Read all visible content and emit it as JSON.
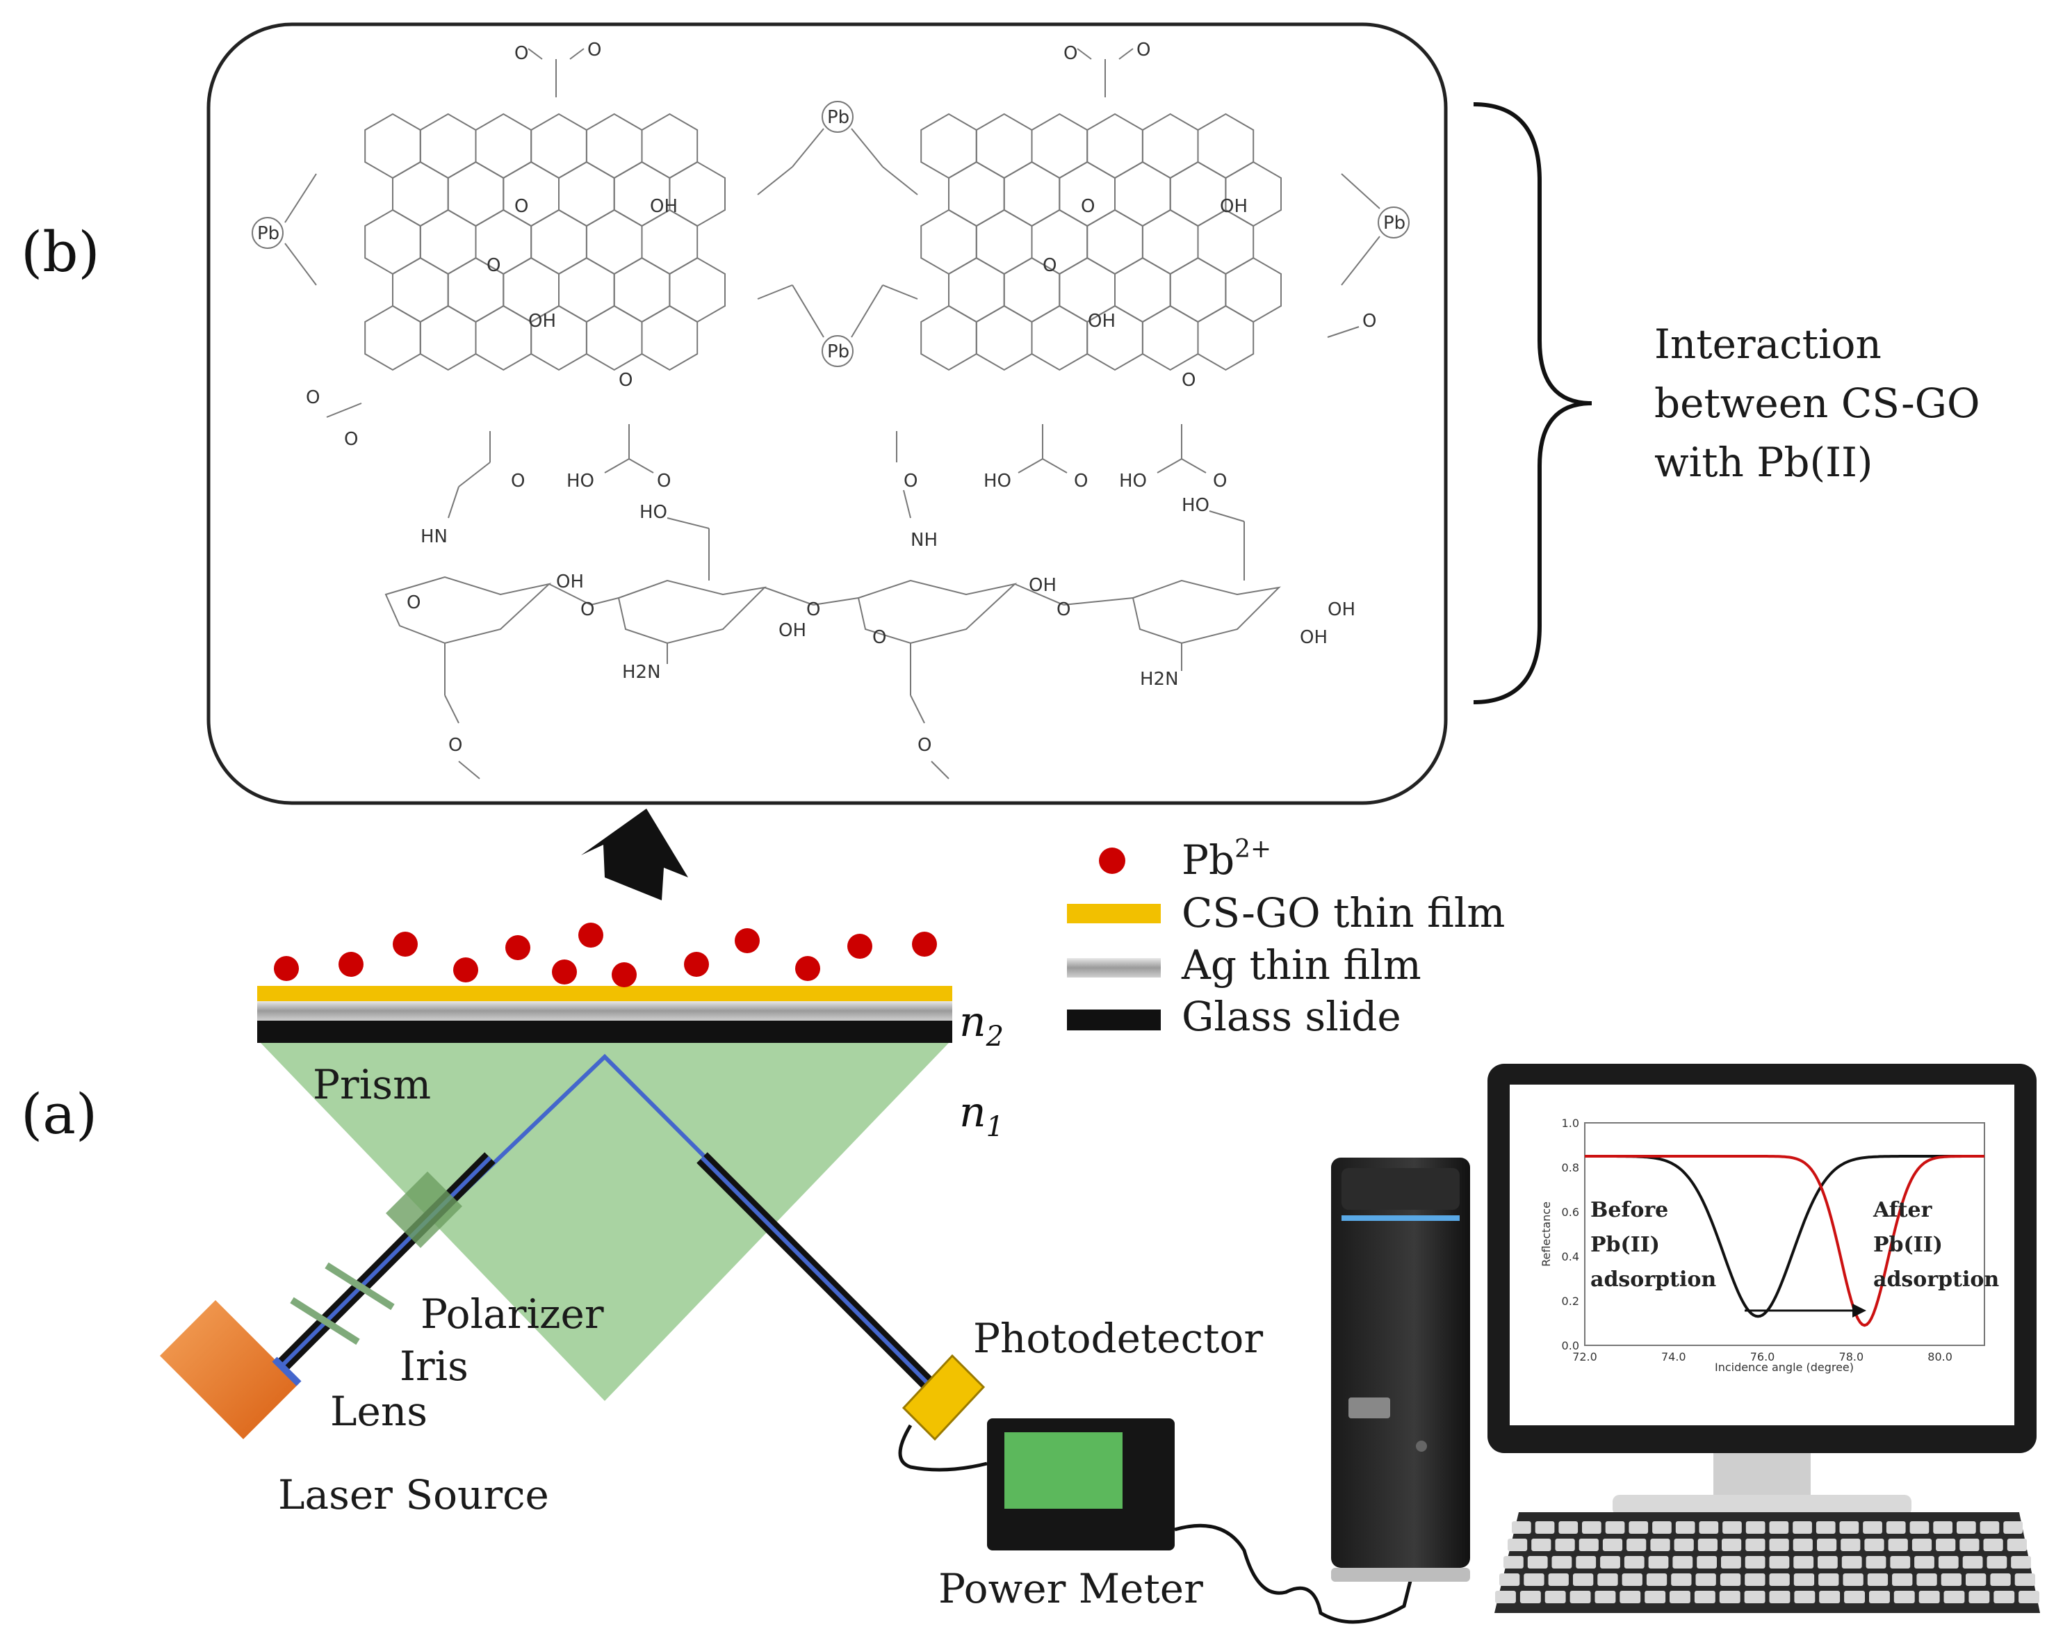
{
  "panel_labels": {
    "b": "(b)",
    "a": "(a)"
  },
  "interaction_caption": [
    "Interaction",
    "between CS-GO",
    "with Pb(II)"
  ],
  "legend": {
    "items": [
      {
        "label": "Pb",
        "sup": "2+",
        "kind": "dot",
        "color": "#cc0000"
      },
      {
        "label": "CS-GO thin film",
        "kind": "bar",
        "color": "#f2c000"
      },
      {
        "label": "Ag thin film",
        "kind": "bar",
        "color": "#b0b0b0"
      },
      {
        "label": "Glass slide",
        "kind": "bar",
        "color": "#111111"
      }
    ]
  },
  "refractive": {
    "n2": "n",
    "n2_sub": "2",
    "n1": "n",
    "n1_sub": "1"
  },
  "components": {
    "prism": "Prism",
    "polarizer": "Polarizer",
    "iris": "Iris",
    "lens": "Lens",
    "laser": "Laser Source",
    "photodetector": "Photodetector",
    "power_meter": "Power Meter"
  },
  "chem_labels": {
    "carboxylate": "O",
    "carboxylate_sup": "-",
    "pb": "Pb",
    "oh": "OH",
    "o": "O",
    "hn": "HN",
    "nh": "NH",
    "ho": "HO",
    "hoo": "HO",
    "h2n": "H2N"
  },
  "monitor": {
    "before": [
      "Before",
      "Pb(II)",
      "adsorption"
    ],
    "after": [
      "After",
      "Pb(II)",
      "adsorption"
    ],
    "xlabel": "Incidence angle (degree)",
    "ylabel": "Reflectance",
    "yticks": [
      "1.0",
      "0.8",
      "0.6",
      "0.4",
      "0.2",
      "0.0"
    ],
    "xticks": [
      "72.0",
      "74.0",
      "76.0",
      "78.0",
      "80.0"
    ]
  },
  "colors": {
    "prism": "#a9d3a2",
    "laser": "#e8782a",
    "beam": "#4466cc",
    "dot": "#cc0000",
    "curve_before": "#111111",
    "curve_after": "#cc1111",
    "screen_green": "#5cb85c"
  }
}
